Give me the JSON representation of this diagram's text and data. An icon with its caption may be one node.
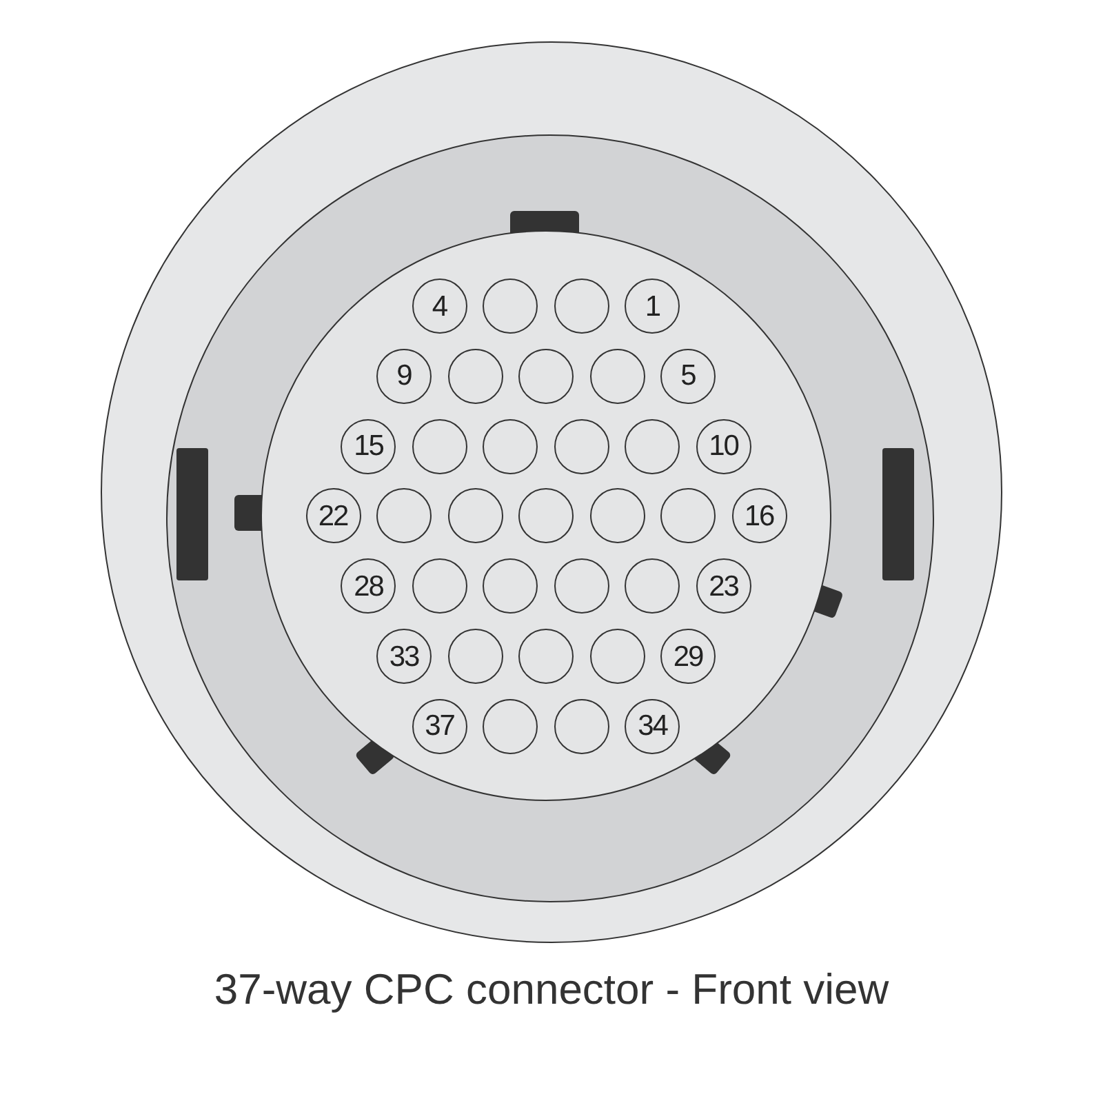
{
  "diagram": {
    "caption": "37-way CPC connector - Front view",
    "nodes": [
      {
        "text": [],
        "shape": "circle"
      },
      {
        "text": [],
        "shape": "circle",
        "in": 0
      },
      {
        "text": [
          "4"
        ],
        "in": 1
      },
      {
        "text": [],
        "shape": "circle",
        "in": 1
      },
      {
        "text": [],
        "shape": "circle",
        "in": 1
      },
      {
        "text": [
          "1"
        ],
        "in": 1
      },
      {
        "text": [
          "9"
        ],
        "in": 1
      },
      {
        "text": [],
        "shape": "circle",
        "in": 1
      },
      {
        "text": [],
        "shape": "circle",
        "in": 1
      },
      {
        "text": [],
        "shape": "circle",
        "in": 1
      },
      {
        "text": [
          "5"
        ],
        "in": 1
      },
      {
        "text": [
          "15"
        ],
        "in": 1
      },
      {
        "text": [],
        "shape": "circle",
        "in": 1
      },
      {
        "text": [],
        "shape": "circle",
        "in": 1
      },
      {
        "text": [],
        "shape": "circle",
        "in": 1
      },
      {
        "text": [],
        "shape": "circle",
        "in": 1
      },
      {
        "text": [
          "10"
        ],
        "in": 1
      },
      {
        "text": [
          "22"
        ],
        "in": 1
      },
      {
        "text": [],
        "shape": "circle",
        "in": 1
      },
      {
        "text": [],
        "shape": "circle",
        "in": 1
      },
      {
        "text": [],
        "shape": "circle",
        "in": 1
      },
      {
        "text": [],
        "shape": "circle",
        "in": 1
      },
      {
        "text": [],
        "shape": "circle",
        "in": 1
      },
      {
        "text": [
          "16"
        ],
        "in": 1
      },
      {
        "text": [
          "28"
        ],
        "in": 1
      },
      {
        "text": [],
        "shape": "circle",
        "in": 1
      },
      {
        "text": [],
        "shape": "circle",
        "in": 1
      },
      {
        "text": [],
        "shape": "circle",
        "in": 1
      },
      {
        "text": [],
        "shape": "circle",
        "in": 1
      },
      {
        "text": [
          "23"
        ],
        "in": 1
      },
      {
        "text": [
          "33"
        ],
        "in": 1
      },
      {
        "text": [],
        "shape": "circle",
        "in": 1
      },
      {
        "text": [],
        "shape": "circle",
        "in": 1
      },
      {
        "text": [],
        "shape": "circle",
        "in": 1
      },
      {
        "text": [
          "29"
        ],
        "in": 1
      },
      {
        "text": [
          "37"
        ],
        "in": 1
      },
      {
        "text": [],
        "shape": "circle",
        "in": 1
      },
      {
        "text": [],
        "shape": "circle",
        "in": 1
      },
      {
        "text": [
          "34"
        ],
        "in": 1
      }
    ]
  }
}
